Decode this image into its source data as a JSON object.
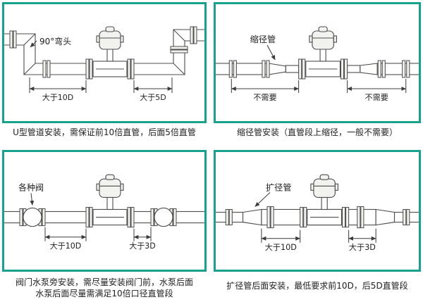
{
  "theme": {
    "border_color": "#16a28f",
    "line_color": "#4d4d4d",
    "text_color": "#222222"
  },
  "panels": [
    {
      "id": "u-type-installation",
      "callout": "90°弯头",
      "dim_left": "大于10D",
      "dim_right": "大于5D",
      "caption": "U型管道安装，需保证前10倍直管，后面5倍直管"
    },
    {
      "id": "reducer-installation",
      "callout": "缩径管",
      "dim_left": "不需要",
      "dim_right": "不需要",
      "caption": "缩径管安装（直管段上缩径，一般不需要）"
    },
    {
      "id": "valve-pump-installation",
      "callout": "各种阀",
      "dim_left": "大于10D",
      "dim_right": "大于3D",
      "caption_line1": "阀门水泵旁安装，需尽量安装阀门前，水泵后面",
      "caption_line2": "水泵后面尽量需满足10倍口径直管段"
    },
    {
      "id": "expander-installation",
      "callout": "扩径管",
      "dim_left": "大于10D",
      "dim_right": "大于3D",
      "caption": "扩径管后面安装，最低要求前10D，后5D直管段"
    }
  ]
}
